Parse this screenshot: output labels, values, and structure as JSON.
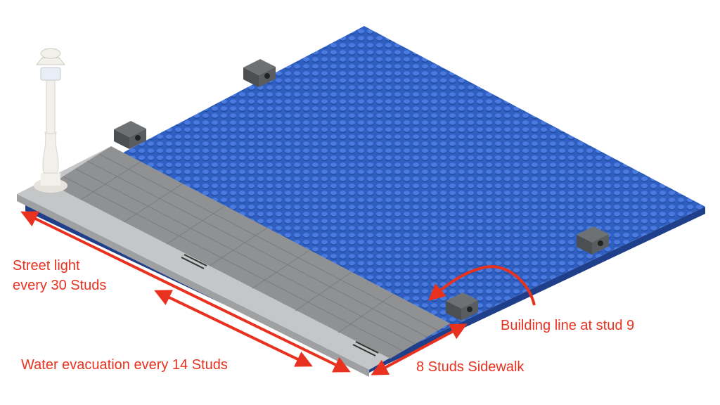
{
  "annotations": {
    "street_light_line1": "Street light",
    "street_light_line2": "every 30 Studs",
    "water_evacuation": "Water evacuation every 14 Studs",
    "sidewalk_width": "8 Studs Sidewalk",
    "building_line": "Building line at stud 9"
  },
  "colors": {
    "baseplate": "#2f5fc0",
    "baseplate_edge": "#1f3f8a",
    "sidewalk_tile": "#8f9193",
    "curb": "#c4c6c8",
    "brick": "#5a5d60",
    "annotation": "#e8321f",
    "lamp": "#f2f0ea"
  }
}
